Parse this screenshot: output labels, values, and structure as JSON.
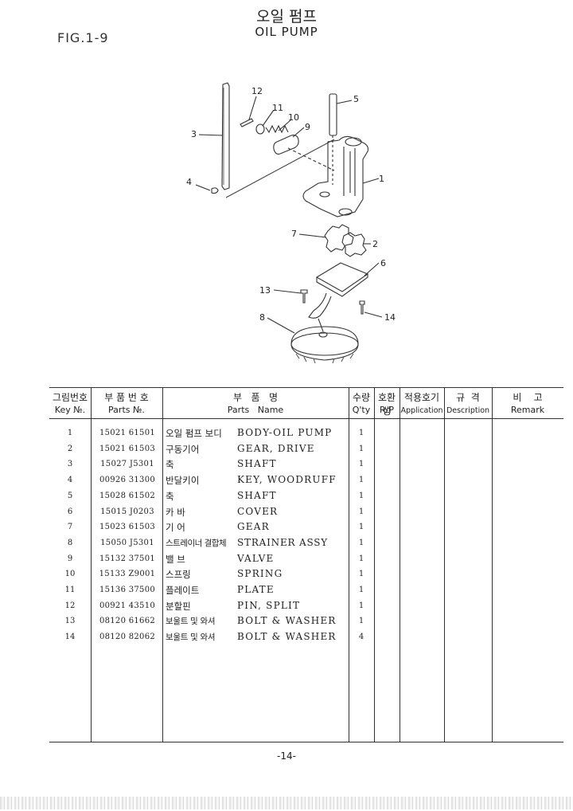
{
  "header": {
    "figure": "FIG.1-9",
    "title_ko": "오일 펌프",
    "title_en": "OIL PUMP"
  },
  "diagram": {
    "callouts": [
      "1",
      "2",
      "3",
      "4",
      "5",
      "6",
      "7",
      "8",
      "9",
      "10",
      "11",
      "12",
      "13",
      "14"
    ]
  },
  "table": {
    "headers": {
      "key": {
        "ko": "그림번호",
        "en": "Key №."
      },
      "parts_no": {
        "ko": "부 품 번 호",
        "en": "Parts №."
      },
      "parts_name": {
        "ko": "부   품   명",
        "en": "Parts   Name"
      },
      "qty": {
        "ko": "수량",
        "en": "Q'ty"
      },
      "rp": {
        "ko": "호환성",
        "en": "R/P"
      },
      "application": {
        "ko": "적용호기",
        "en": "Application"
      },
      "description": {
        "ko": "규  격",
        "en": "Description"
      },
      "remark": {
        "ko": "비    고",
        "en": "Remark"
      }
    },
    "rows": [
      {
        "key": "1",
        "part_no": "15021 61501",
        "name_ko": "오일 펌프 보디",
        "name_en": "BODY-OIL PUMP",
        "qty": "1"
      },
      {
        "key": "2",
        "part_no": "15021 61503",
        "name_ko": "구동기어",
        "name_en": "GEAR, DRIVE",
        "qty": "1"
      },
      {
        "key": "3",
        "part_no": "15027 J5301",
        "name_ko": "축",
        "name_en": "SHAFT",
        "qty": "1"
      },
      {
        "key": "4",
        "part_no": "00926 31300",
        "name_ko": "반달키이",
        "name_en": "KEY, WOODRUFF",
        "qty": "1"
      },
      {
        "key": "5",
        "part_no": "15028 61502",
        "name_ko": "축",
        "name_en": "SHAFT",
        "qty": "1"
      },
      {
        "key": "6",
        "part_no": "15015 J0203",
        "name_ko": "카  바",
        "name_en": "COVER",
        "qty": "1"
      },
      {
        "key": "7",
        "part_no": "15023 61503",
        "name_ko": "기  어",
        "name_en": "GEAR",
        "qty": "1"
      },
      {
        "key": "8",
        "part_no": "15050 J5301",
        "name_ko": "스트레이너 결합체",
        "name_en": "STRAINER ASSY",
        "qty": "1"
      },
      {
        "key": "9",
        "part_no": "15132 37501",
        "name_ko": "밸  브",
        "name_en": "VALVE",
        "qty": "1"
      },
      {
        "key": "10",
        "part_no": "15133 Z9001",
        "name_ko": "스프링",
        "name_en": "SPRING",
        "qty": "1"
      },
      {
        "key": "11",
        "part_no": "15136 37500",
        "name_ko": "플레이트",
        "name_en": "PLATE",
        "qty": "1"
      },
      {
        "key": "12",
        "part_no": "00921 43510",
        "name_ko": "분할핀",
        "name_en": "PIN, SPLIT",
        "qty": "1"
      },
      {
        "key": "13",
        "part_no": "08120 61662",
        "name_ko": "보울트 및 와셔",
        "name_en": "BOLT & WASHER",
        "qty": "1"
      },
      {
        "key": "14",
        "part_no": "08120 82062",
        "name_ko": "보울트 및 와셔",
        "name_en": "BOLT & WASHER",
        "qty": "4"
      }
    ]
  },
  "footer": {
    "page": "-14-"
  }
}
